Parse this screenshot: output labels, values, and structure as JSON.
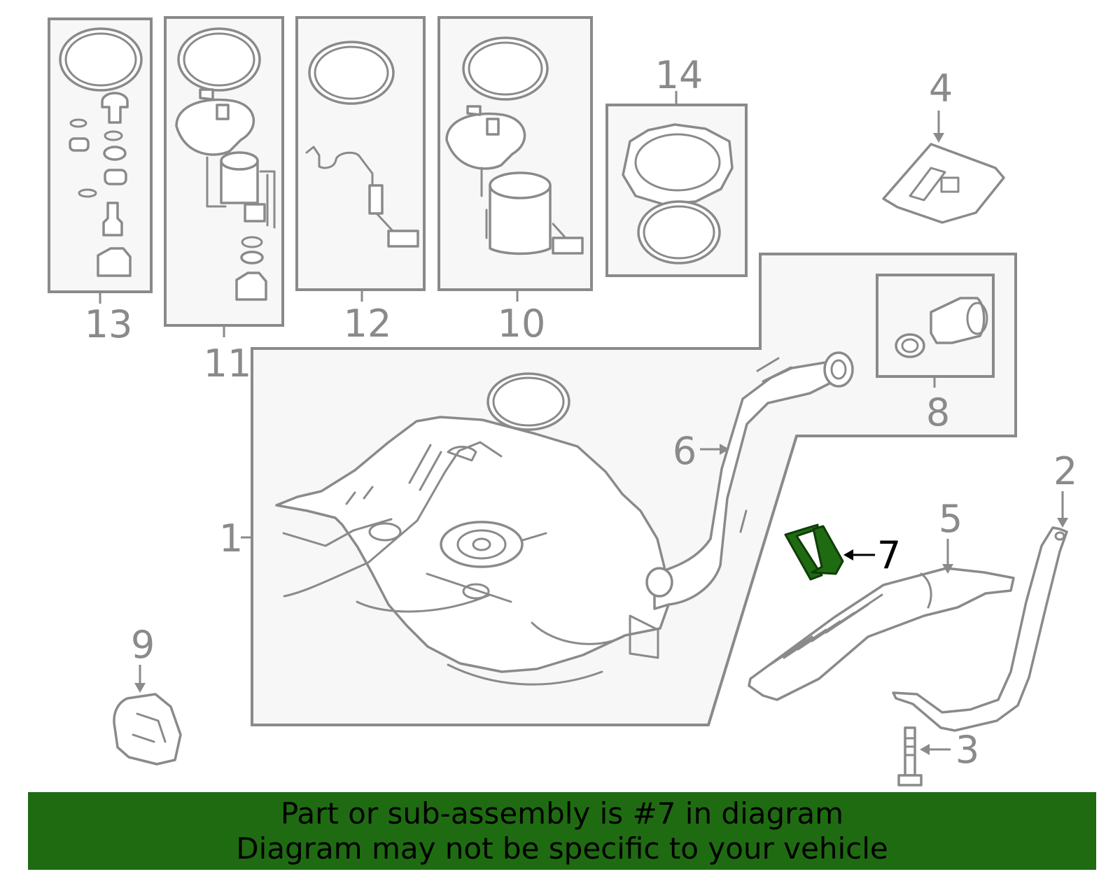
{
  "callouts": {
    "c1": "1",
    "c2": "2",
    "c3": "3",
    "c4": "4",
    "c5": "5",
    "c6": "6",
    "c7": "7",
    "c8": "8",
    "c9": "9",
    "c10": "10",
    "c11": "11",
    "c12": "12",
    "c13": "13",
    "c14": "14"
  },
  "highlight": {
    "part_number": "7",
    "color": "#1f6b12"
  },
  "banner": {
    "line1": "Part or sub-assembly is #7 in diagram",
    "line2": "Diagram may not be specific to your vehicle",
    "background": "#1f6b12"
  }
}
